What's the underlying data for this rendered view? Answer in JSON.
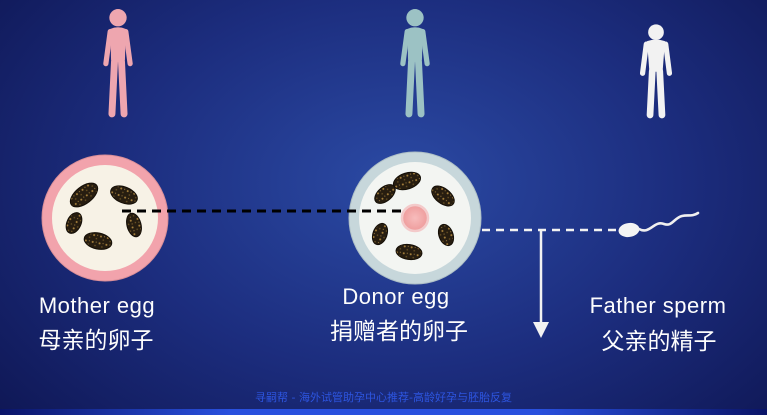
{
  "mother": {
    "label_en": "Mother egg",
    "label_zh": "母亲的卵子",
    "figure_icon": "female-silhouette",
    "figure_color": "#eea6af",
    "egg_ring_color": "#f2a3ac",
    "egg_fill_color": "#f7f2e6"
  },
  "donor": {
    "label_en": "Donor egg",
    "label_zh": "捐赠者的卵子",
    "figure_icon": "female-silhouette",
    "figure_color": "#9cc2c4",
    "egg_ring_color": "#c7d7db",
    "egg_fill_color": "#f3f5f2",
    "nucleus_color": "#f0a6a6"
  },
  "father": {
    "label_en": "Father sperm",
    "label_zh": "父亲的精子",
    "figure_icon": "male-silhouette",
    "figure_color": "#f2f2f2",
    "sperm_icon": "sperm-cell"
  },
  "background": {
    "center_color": "#2b4aa4",
    "edge_color": "#0a0f46"
  },
  "watermark": "寻嗣帮 - 海外试管助孕中心推荐-高龄好孕与胚胎反复"
}
